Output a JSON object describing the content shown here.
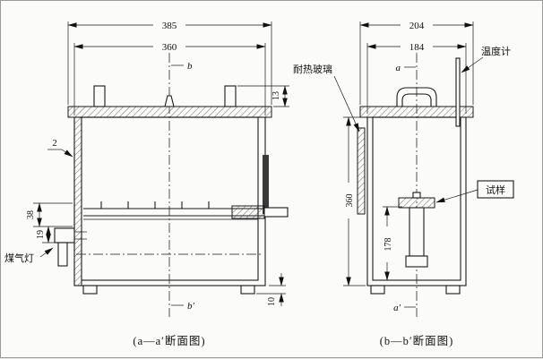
{
  "colors": {
    "line": "#1a1a1a",
    "background": "#fbfbf9"
  },
  "left_view": {
    "caption": "(a—a′断面图)",
    "section_top": "b",
    "section_bottom": "b′",
    "dim_lid_width": "385",
    "dim_body_width": "360",
    "dim_stub_height": "13",
    "dim_wall_thickness": "2",
    "dim_shelf_height": "38",
    "dim_burner_height": "19",
    "dim_foot_height": "10",
    "label_gas_burner": "煤气灯"
  },
  "right_view": {
    "caption": "(b—b′断面图)",
    "section_top": "a",
    "section_bottom": "a′",
    "dim_lid_width": "204",
    "dim_body_width": "184",
    "dim_body_height": "360",
    "dim_specimen_height": "178",
    "label_thermometer": "温度计",
    "label_heat_glass": "耐热玻璃",
    "label_specimen": "试样"
  }
}
